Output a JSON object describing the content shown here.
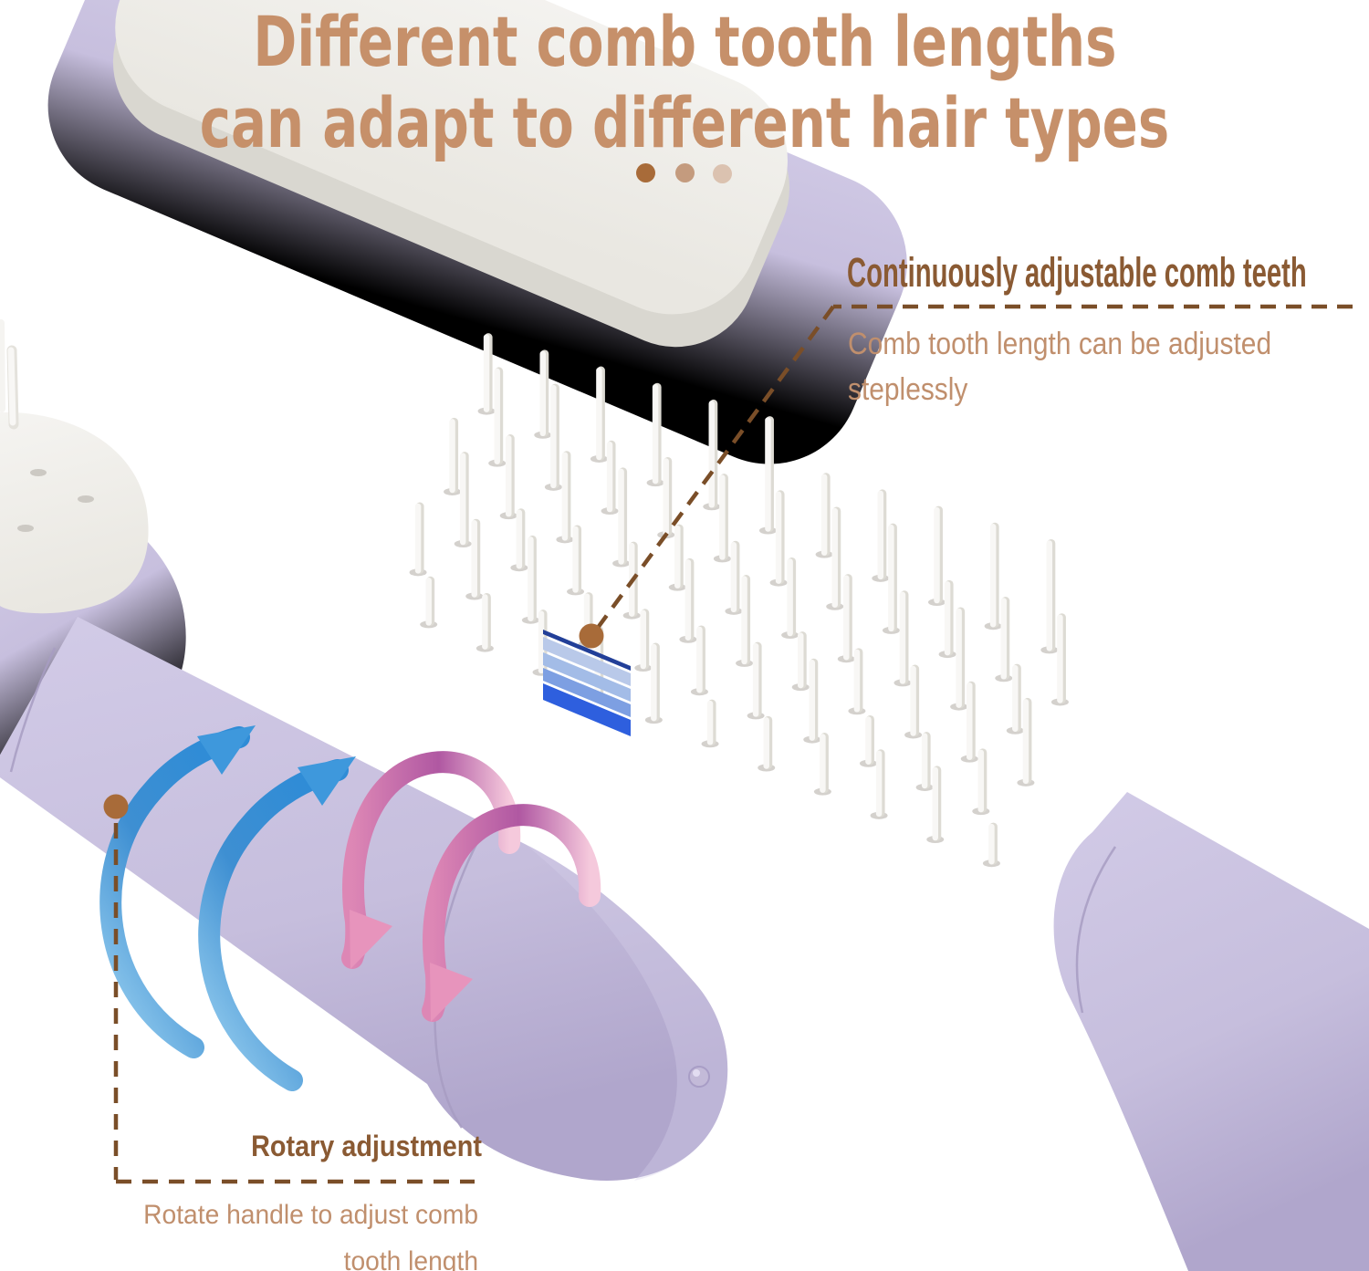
{
  "title": {
    "line1": "Different comb tooth lengths",
    "line2": "can adapt to different hair types"
  },
  "decor_dots": [
    {
      "name": "dot-dark",
      "color": "#a86b39"
    },
    {
      "name": "dot-mid",
      "color": "#c49b7e"
    },
    {
      "name": "dot-light",
      "color": "#dbc2b0"
    }
  ],
  "callouts": {
    "comb_teeth": {
      "heading": "Continuously adjustable comb teeth",
      "body_line1": "Comb tooth length can be adjusted",
      "body_line2": "steplessly"
    },
    "rotary": {
      "heading": "Rotary adjustment",
      "body_line1": "Rotate handle to adjust comb",
      "body_line2": "tooth length"
    }
  },
  "illustration": {
    "description": "Lavender adjustable hair brush shown twice: full brush head with white retractable comb teeth, and close-up of rotating handle",
    "icons": {
      "rotate_up": "blue-rotation-arrows-icon",
      "rotate_down": "pink-rotation-arrows-icon",
      "teeth_level": "blue-stripe-level-indicator",
      "leader": "dashed-leader-line-with-dot"
    },
    "colors": {
      "title_text": "#c6906a",
      "callout_heading": "#8a5a33",
      "callout_body": "#c08f6d",
      "leader_line": "#7a4e28",
      "leader_dot": "#a86b39",
      "brush_body": "#cbc4e2",
      "brush_body_shadow": "#aea4cb",
      "pad_white": "#f2f1ed",
      "teeth_white": "#f8f7f5",
      "indicator_navy": "#223f98",
      "indicator_blues": [
        "#b9c9e9",
        "#a3bce7",
        "#7d9fe2",
        "#2e5fde"
      ],
      "arrow_blue": "#3e98dc",
      "arrow_pink": "#e794bc"
    }
  }
}
